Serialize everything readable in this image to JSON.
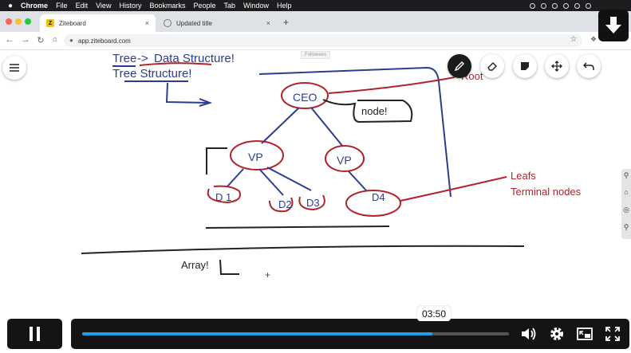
{
  "menubar": {
    "apple_icon": "apple-icon",
    "items": [
      "Chrome",
      "File",
      "Edit",
      "View",
      "History",
      "Bookmarks",
      "People",
      "Tab",
      "Window",
      "Help"
    ]
  },
  "browser": {
    "tabs": [
      {
        "title": "Ziteboard",
        "favicon": "Z",
        "close": "×"
      },
      {
        "title": "Updated title",
        "close": "×"
      }
    ],
    "new_tab": "+",
    "url": "app.ziteboard.com"
  },
  "whiteboard": {
    "follow_label": "Followees",
    "tools": [
      "pen-icon",
      "eraser-icon",
      "sticky-note-icon",
      "move-icon",
      "undo-icon"
    ],
    "active_tool": "pen-icon",
    "side_tools": [
      "zoom-in-icon",
      "home-icon",
      "target-icon",
      "zoom-out-icon"
    ],
    "annotations": {
      "tree_word": "Tree",
      "tree_arrow": "->",
      "data_structure": "Data Structure!",
      "tree_structure": "Tree Structure!",
      "root_label": "Root",
      "root_node": "CEO",
      "node_note": "node!",
      "vp_left": "VP",
      "vp_right": "VP",
      "d1": "D 1",
      "d2": "D2",
      "d3": "D3",
      "d4": "D4",
      "leafs": "Leafs",
      "terminal_nodes": "Terminal nodes",
      "array": "Array!",
      "cursor": "+"
    }
  },
  "player": {
    "time": "03:50",
    "progress": 0.82
  },
  "colors": {
    "ink_blue": "#2b3d8f",
    "ink_red": "#b3222a",
    "ink_black": "#222222",
    "progress_fill": "#1ea0e6",
    "control_bg": "#141414"
  }
}
